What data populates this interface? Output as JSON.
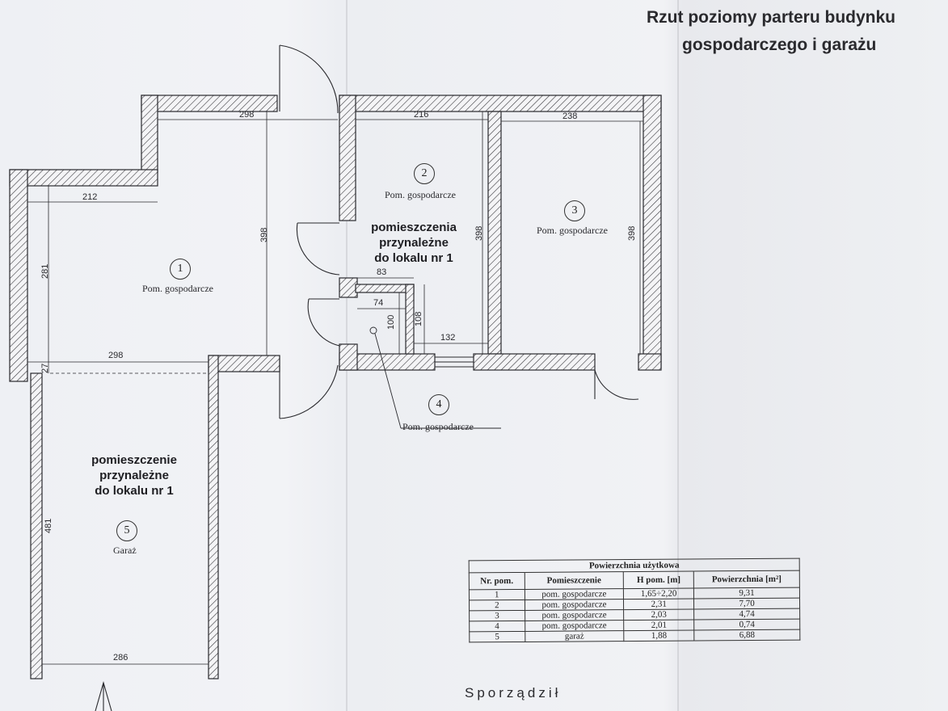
{
  "title": {
    "line1": "Rzut poziomy parteru budynku",
    "line2": "gospodarczego i garażu"
  },
  "rooms": [
    {
      "number": "1",
      "label": "Pom. gospodarcze"
    },
    {
      "number": "2",
      "label": "Pom. gospodarcze"
    },
    {
      "number": "3",
      "label": "Pom. gospodarcze"
    },
    {
      "number": "4",
      "label": "Pom. gospodarcze"
    },
    {
      "number": "5",
      "label": "Garaż"
    }
  ],
  "annotations": {
    "upper": [
      "pomieszczenia",
      "przynależne",
      "do lokalu nr 1"
    ],
    "lower": [
      "pomieszczenie",
      "przynależne",
      "do lokalu nr 1"
    ]
  },
  "dimensions": {
    "d298_top": "298",
    "d216": "216",
    "d238": "238",
    "d212": "212",
    "d398_a": "398",
    "d398_b": "398",
    "d398_c": "398",
    "d281": "281",
    "d298_mid": "298",
    "d27": "27",
    "d83": "83",
    "d74": "74",
    "d100": "100",
    "d108": "108",
    "d132": "132",
    "d481": "481",
    "d286": "286"
  },
  "table": {
    "caption": "Powierzchnia użytkowa",
    "headers": [
      "Nr. pom.",
      "Pomieszczenie",
      "H pom. [m]",
      "Powierzchnia [m²]"
    ],
    "rows": [
      [
        "1",
        "pom. gospodarcze",
        "1,65÷2,20",
        "9,31"
      ],
      [
        "2",
        "pom. gospodarcze",
        "2,31",
        "7,70"
      ],
      [
        "3",
        "pom. gospodarcze",
        "2,03",
        "4,74"
      ],
      [
        "4",
        "pom. gospodarcze",
        "2,01",
        "0,74"
      ],
      [
        "5",
        "garaż",
        "1,88",
        "6,88"
      ]
    ]
  },
  "footer": {
    "prepared_by": "Sporządził"
  }
}
